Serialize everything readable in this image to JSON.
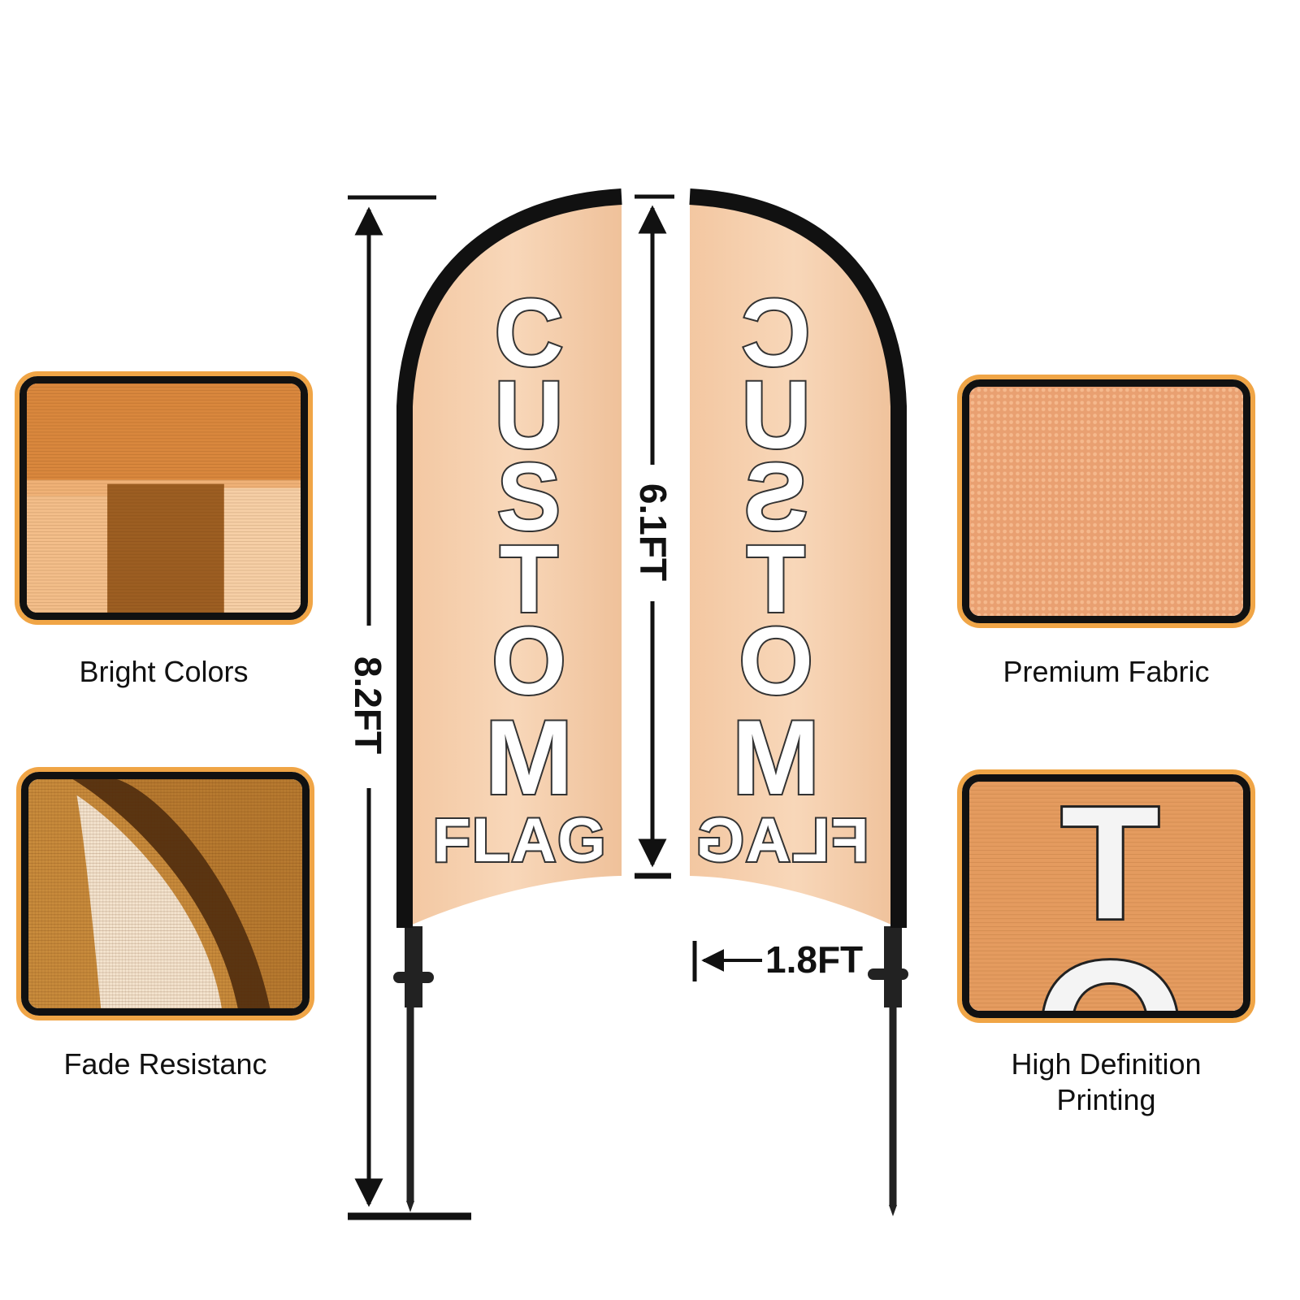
{
  "features": {
    "bright_colors": "Bright Colors",
    "fade_resistance": "Fade Resistanc",
    "premium_fabric": "Premium Fabric",
    "hd_printing_line1": "High Definition",
    "hd_printing_line2": "Printing"
  },
  "dimensions": {
    "total_height": "8.2FT",
    "flag_height": "6.1FT",
    "flag_width": "1.8FT"
  },
  "flag": {
    "letters": [
      "C",
      "U",
      "S",
      "T",
      "O",
      "M"
    ],
    "subword": "FLAG"
  },
  "detail_letters": {
    "top": "T",
    "bottom": "O"
  },
  "colors": {
    "accent_border": "#f0a546",
    "flag_fabric": "#f6cfae",
    "frame": "#111111"
  }
}
